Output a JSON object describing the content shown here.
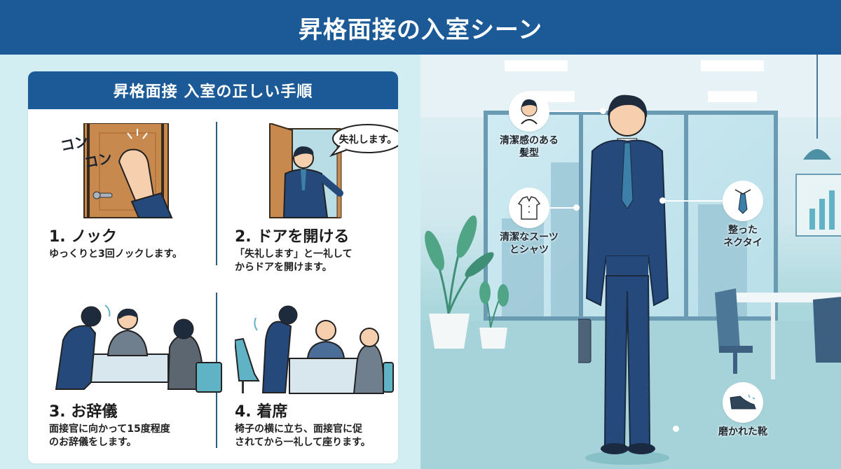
{
  "header": {
    "title": "昇格面接の入室シーン"
  },
  "procedure_card": {
    "title": "昇格面接 入室の正しい手順",
    "steps": [
      {
        "title": "1. ノック",
        "description": "ゆっくりと3回ノックします。",
        "sfx": [
          "コン",
          "コン"
        ],
        "icon": "door-knock-icon"
      },
      {
        "title": "2. ドアを開ける",
        "description_lines": [
          "「失礼します」と一礼して",
          "からドアを開けます。"
        ],
        "speech": "失礼します。",
        "icon": "open-door-icon"
      },
      {
        "title": "3. お辞儀",
        "description_lines": [
          "面接官に向かって15度程度",
          "のお辞儀をします。"
        ],
        "icon": "bow-icon"
      },
      {
        "title": "4. 着席",
        "description_lines": [
          "椅子の横に立ち、面接官に促",
          "されてから一礼して座ります。"
        ],
        "icon": "seated-icon"
      }
    ]
  },
  "appearance_points": [
    {
      "label_lines": [
        "清潔感のある",
        "髪型"
      ],
      "icon": "hair-icon"
    },
    {
      "label_lines": [
        "清潔なスーツ",
        "とシャツ"
      ],
      "icon": "shirt-icon"
    },
    {
      "label_lines": [
        "整った",
        "ネクタイ"
      ],
      "icon": "tie-icon"
    },
    {
      "label_lines": [
        "磨かれた靴"
      ],
      "icon": "shoe-icon"
    }
  ],
  "colors": {
    "brand_blue": "#1b5a96",
    "left_bg": "#d3eef2",
    "suit_navy": "#24497a",
    "door_brown": "#c8894f",
    "chair_teal": "#5fb3c4"
  }
}
